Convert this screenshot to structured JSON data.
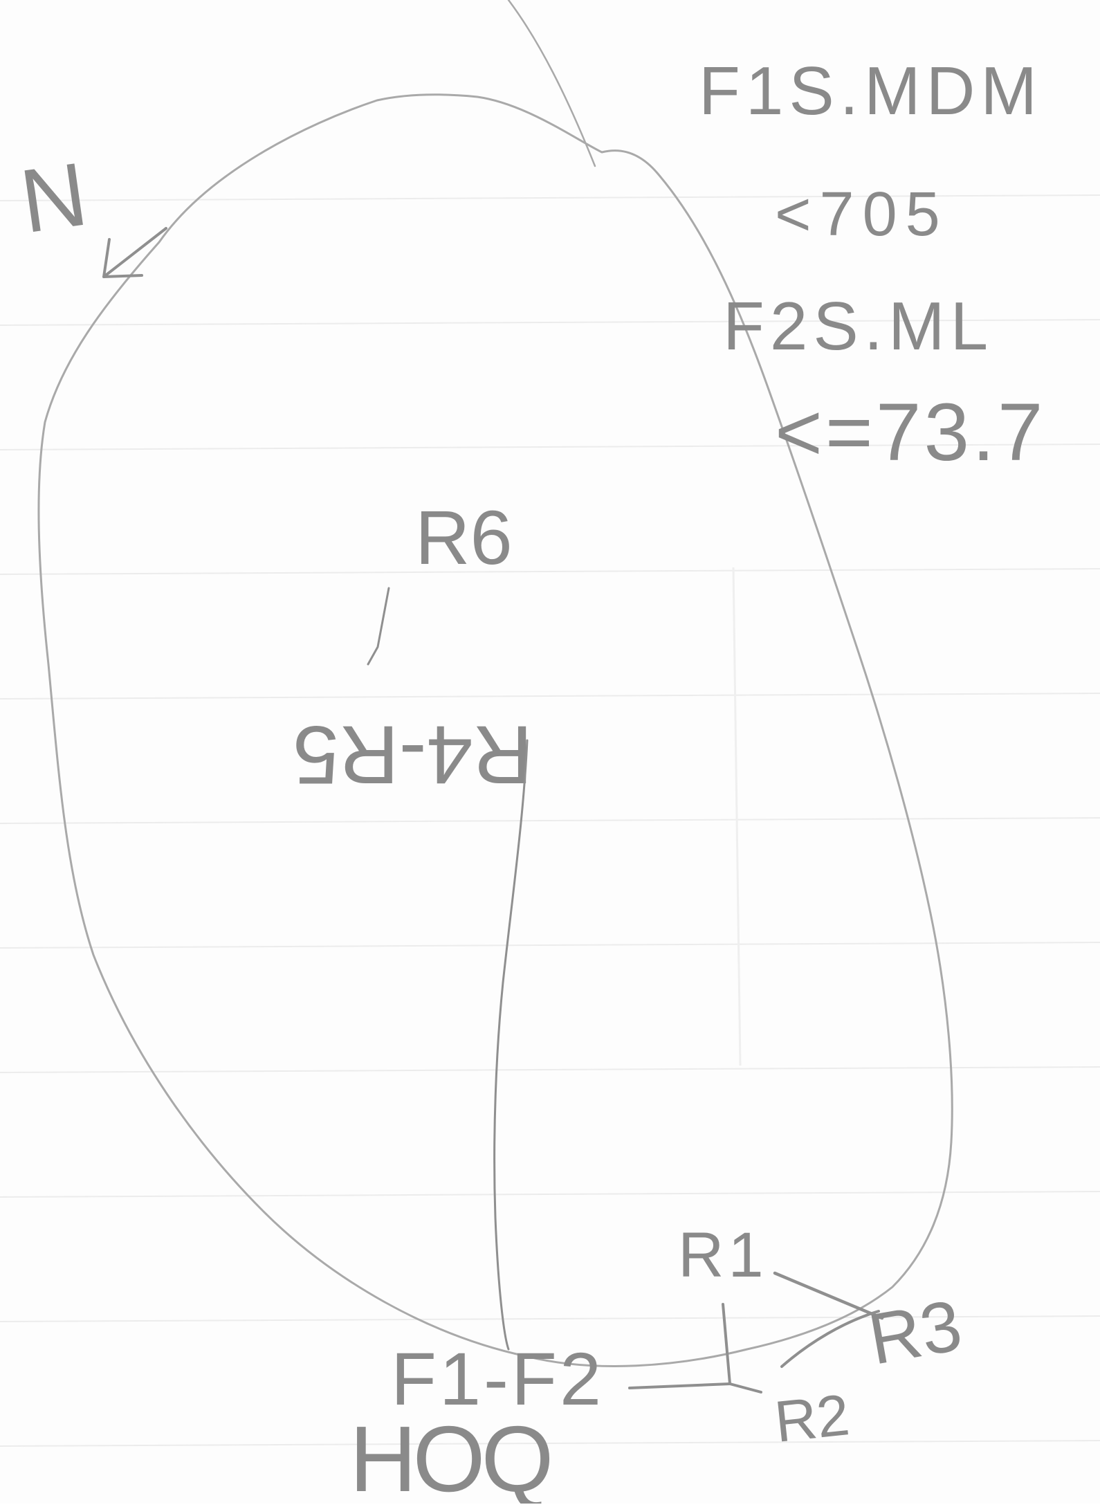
{
  "sketch": {
    "north_label": "N",
    "notes": {
      "line1": "F1S.MDM",
      "line2": "<705",
      "line3": "F2S.ML",
      "line4": "<=73.7"
    },
    "nodes": {
      "r6": "R6",
      "r4_r5": "R4-R5",
      "r1": "R1",
      "r2": "R2",
      "r3": "R3",
      "f1_f2": "F1-F2"
    },
    "bottom_label": "HOQ"
  }
}
